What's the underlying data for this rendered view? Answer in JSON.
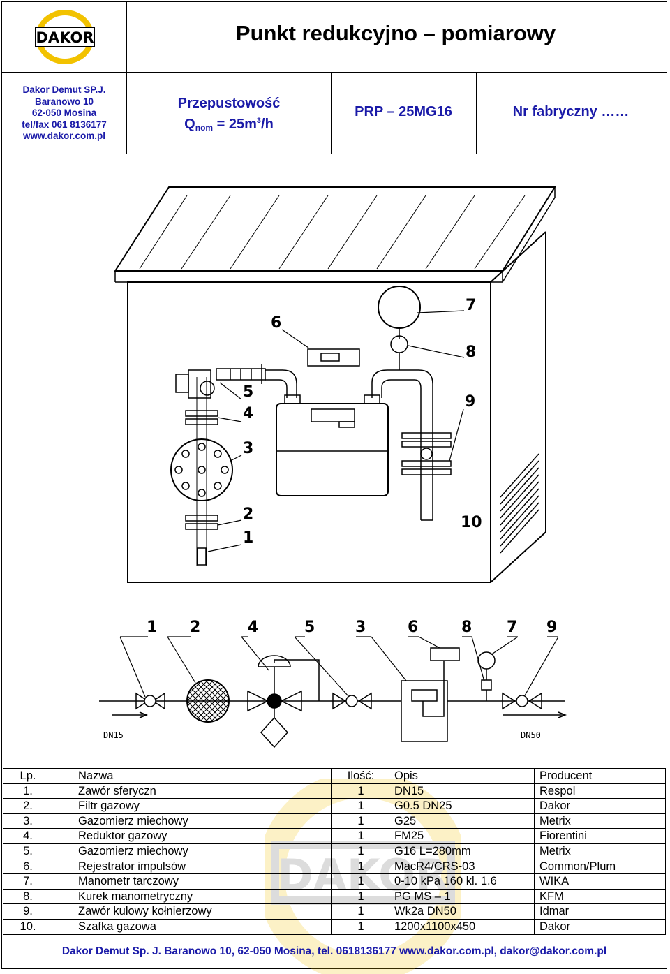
{
  "header": {
    "logo_text": "DAKOR",
    "title": "Punkt redukcyjno – pomiarowy",
    "company_lines": [
      "Dakor Demut SP.J.",
      "Baranowo 10",
      "62-050 Mosina",
      "tel/fax 061 8136177",
      "www.dakor.com.pl"
    ],
    "flow_label": "Przepustowość",
    "flow_q": "Q",
    "flow_sub": "nom",
    "flow_eq": " = 25m",
    "flow_sup": "3",
    "flow_unit": "/h",
    "model": "PRP – 25MG16",
    "serial": "Nr fabryczny ……"
  },
  "drawing_labels": [
    "6",
    "7",
    "8",
    "5",
    "4",
    "3",
    "9",
    "2",
    "1",
    "10"
  ],
  "diagram": {
    "labels": [
      "1",
      "2",
      "4",
      "5",
      "3",
      "6",
      "8",
      "7",
      "9"
    ],
    "dn_in": "DN15",
    "dn_out": "DN50"
  },
  "table": {
    "headers": [
      "Lp.",
      "Nazwa",
      "Ilość:",
      "Opis",
      "Producent"
    ],
    "rows": [
      [
        "1.",
        "Zawór sferyczn",
        "1",
        "DN15",
        "Respol"
      ],
      [
        "2.",
        "Filtr gazowy",
        "1",
        "G0.5 DN25",
        "Dakor"
      ],
      [
        "3.",
        "Gazomierz miechowy",
        "1",
        "G25",
        "Metrix"
      ],
      [
        "4.",
        "Reduktor gazowy",
        "1",
        "FM25",
        "Fiorentini"
      ],
      [
        "5.",
        "Gazomierz miechowy",
        "1",
        "G16 L=280mm",
        "Metrix"
      ],
      [
        "6.",
        "Rejestrator impulsów",
        "1",
        "MacR4/CRS-03",
        "Common/Plum"
      ],
      [
        "7.",
        "Manometr tarczowy",
        "1",
        "0-10 kPa 160 kl. 1.6",
        "WIKA"
      ],
      [
        "8.",
        "Kurek manometryczny",
        "1",
        "PG MS – 1",
        "KFM"
      ],
      [
        "9.",
        "Zawór kulowy kołnierzowy",
        "1",
        "Wk2a DN50",
        "Idmar"
      ],
      [
        "10.",
        "Szafka gazowa",
        "1",
        "1200x1100x450",
        "Dakor"
      ]
    ]
  },
  "footer": "Dakor Demut Sp. J. Baranowo 10, 62-050 Mosina, tel. 0618136177 www.dakor.com.pl, dakor@dakor.com.pl",
  "colors": {
    "text_blue": "#1a1aa8",
    "logo_yellow": "#f2c200",
    "line": "#000000"
  }
}
